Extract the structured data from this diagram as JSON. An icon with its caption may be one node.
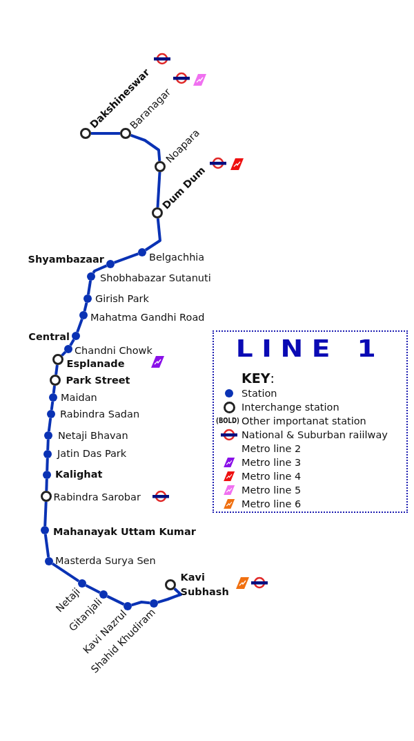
{
  "diagram": {
    "title": "LINE 1",
    "nodes": [
      {
        "text": [
          "Dakshineswar"
        ]
      },
      {
        "text": [
          "Baranagar"
        ]
      },
      {
        "text": [
          "Noapara"
        ]
      },
      {
        "text": [
          "Dum Dum"
        ]
      },
      {
        "text": [
          "Belgachhia"
        ]
      },
      {
        "text": [
          "Shyambazaar"
        ]
      },
      {
        "text": [
          "Shobhabazar Sutanuti"
        ]
      },
      {
        "text": [
          "Girish Park"
        ]
      },
      {
        "text": [
          "Mahatma Gandhi Road"
        ]
      },
      {
        "text": [
          "Central"
        ]
      },
      {
        "text": [
          "Chandni Chowk"
        ]
      },
      {
        "text": [
          "Esplanade"
        ]
      },
      {
        "text": [
          "Park Street"
        ]
      },
      {
        "text": [
          "Maidan"
        ]
      },
      {
        "text": [
          "Rabindra Sadan"
        ]
      },
      {
        "text": [
          "Netaji Bhavan"
        ]
      },
      {
        "text": [
          "Jatin Das Park"
        ]
      },
      {
        "text": [
          "Kalighat"
        ]
      },
      {
        "text": [
          "Rabindra Sarobar"
        ]
      },
      {
        "text": [
          "Mahanayak Uttam Kumar"
        ]
      },
      {
        "text": [
          "Masterda Surya Sen"
        ]
      },
      {
        "text": [
          "Netaji"
        ]
      },
      {
        "text": [
          "Gitanjali"
        ]
      },
      {
        "text": [
          "Kavi Nazrul"
        ]
      },
      {
        "text": [
          "Shahid Khudiram"
        ]
      },
      {
        "text": [
          "Kavi Subhash"
        ]
      }
    ],
    "edges": [
      {
        "from": 0,
        "to": 1,
        "arrow": "none"
      },
      {
        "from": 1,
        "to": 2,
        "arrow": "none"
      },
      {
        "from": 2,
        "to": 3,
        "arrow": "none"
      },
      {
        "from": 3,
        "to": 4,
        "arrow": "none"
      },
      {
        "from": 4,
        "to": 5,
        "arrow": "none"
      },
      {
        "from": 5,
        "to": 6,
        "arrow": "none"
      },
      {
        "from": 6,
        "to": 7,
        "arrow": "none"
      },
      {
        "from": 7,
        "to": 8,
        "arrow": "none"
      },
      {
        "from": 8,
        "to": 9,
        "arrow": "none"
      },
      {
        "from": 9,
        "to": 10,
        "arrow": "none"
      },
      {
        "from": 10,
        "to": 11,
        "arrow": "none"
      },
      {
        "from": 11,
        "to": 12,
        "arrow": "none"
      },
      {
        "from": 12,
        "to": 13,
        "arrow": "none"
      },
      {
        "from": 13,
        "to": 14,
        "arrow": "none"
      },
      {
        "from": 14,
        "to": 15,
        "arrow": "none"
      },
      {
        "from": 15,
        "to": 16,
        "arrow": "none"
      },
      {
        "from": 16,
        "to": 17,
        "arrow": "none"
      },
      {
        "from": 17,
        "to": 18,
        "arrow": "none"
      },
      {
        "from": 18,
        "to": 19,
        "arrow": "none"
      },
      {
        "from": 19,
        "to": 20,
        "arrow": "none"
      },
      {
        "from": 20,
        "to": 21,
        "arrow": "none"
      },
      {
        "from": 21,
        "to": 22,
        "arrow": "none"
      },
      {
        "from": 22,
        "to": 23,
        "arrow": "none"
      },
      {
        "from": 23,
        "to": 24,
        "arrow": "none"
      },
      {
        "from": 24,
        "to": 25,
        "arrow": "none"
      }
    ],
    "labels": [
      "**KEY**:",
      "(BOLD)"
    ],
    "legend": [
      {
        "text": "Station",
        "color": "#0a32b4"
      },
      {
        "text": "Interchange station"
      },
      {
        "text": "Other importanat station"
      },
      {
        "text": "National & Suburban raiilway"
      },
      {
        "text": "Metro line 2"
      },
      {
        "text": "Metro line 3"
      },
      {
        "text": "Metro line 4"
      },
      {
        "text": "Metro line 5"
      },
      {
        "text": "Metro line 6"
      }
    ]
  }
}
